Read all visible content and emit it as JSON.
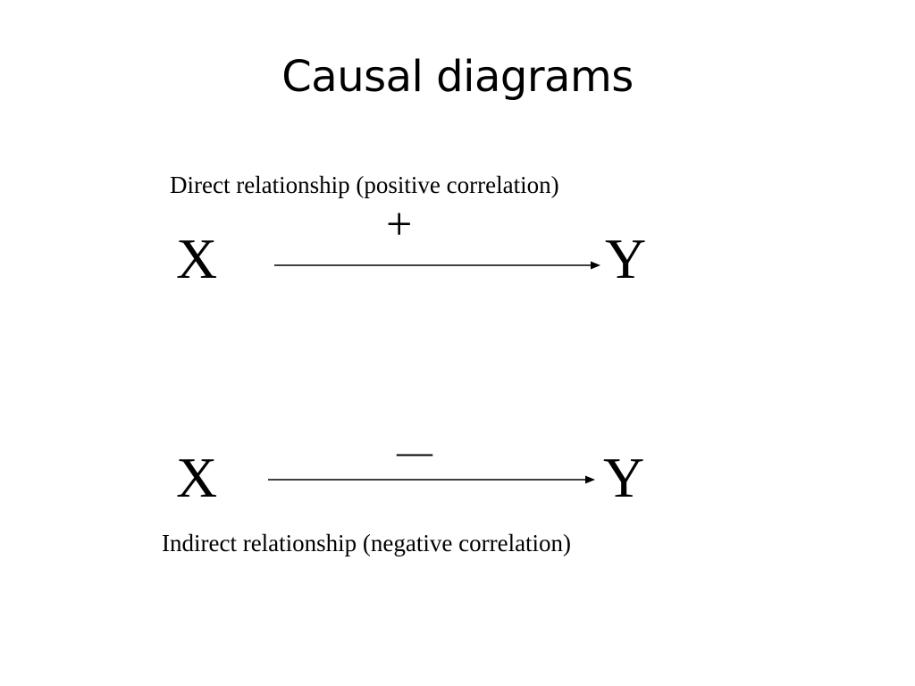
{
  "slide": {
    "title": "Causal diagrams"
  },
  "diagram_top": {
    "caption": "Direct relationship (positive correlation)",
    "from": "X",
    "to": "Y",
    "sign": "+"
  },
  "diagram_bottom": {
    "caption": "Indirect relationship (negative correlation)",
    "from": "X",
    "to": "Y",
    "sign": "—"
  }
}
